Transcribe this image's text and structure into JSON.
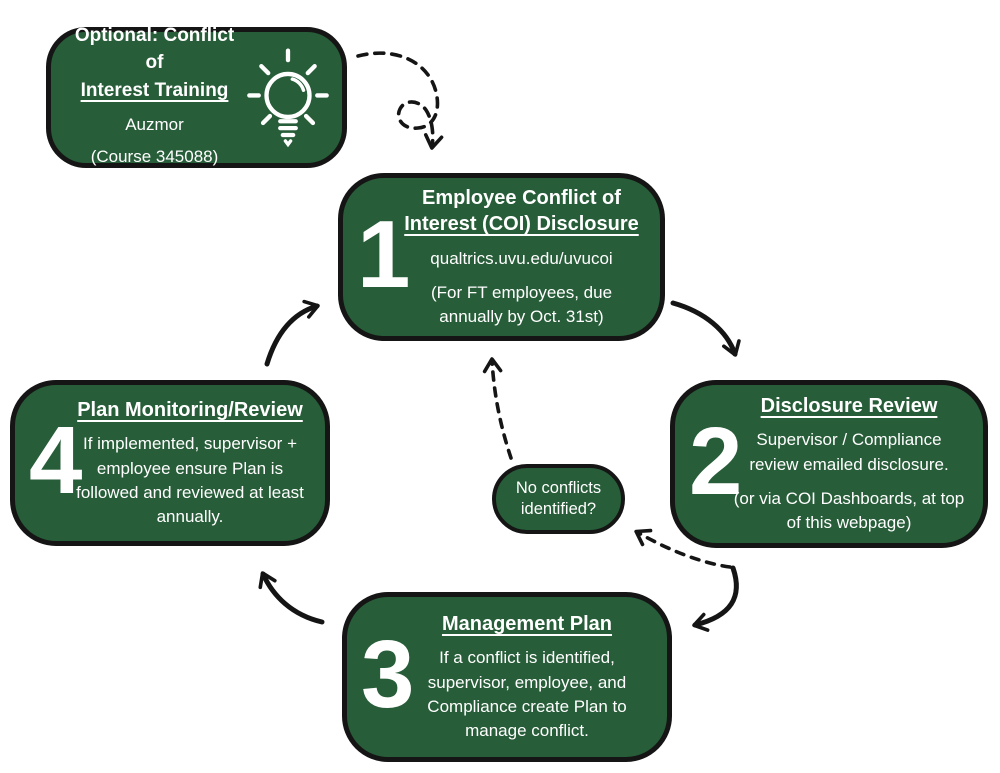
{
  "palette": {
    "box_green": "#275d38",
    "outline_black": "#151515",
    "text_white": "#ffffff",
    "background": "#ffffff"
  },
  "optional_card": {
    "title_line1": "Optional: Conflict of",
    "title_line2": "Interest Training",
    "platform": "Auzmor",
    "course": "(Course 345088)",
    "icon": "lightbulb-icon"
  },
  "steps": [
    {
      "number": "1",
      "title_line1": "Employee Conflict of",
      "title_line2": "Interest (COI) Disclosure",
      "link": "qualtrics.uvu.edu/uvucoi",
      "note": "(For FT employees, due annually by Oct. 31st)"
    },
    {
      "number": "2",
      "title": "Disclosure Review",
      "body": "Supervisor / Compliance review emailed disclosure.",
      "note": "(or via COI Dashboards, at top of this webpage)"
    },
    {
      "number": "3",
      "title": "Management Plan",
      "body": "If a conflict is identified, supervisor, employee, and Compliance create Plan to manage conflict."
    },
    {
      "number": "4",
      "title": "Plan Monitoring/Review",
      "body": "If implemented, supervisor + employee ensure Plan is followed and reviewed at least annually."
    }
  ],
  "decision_bubble": {
    "label": "No conflicts identified?"
  }
}
